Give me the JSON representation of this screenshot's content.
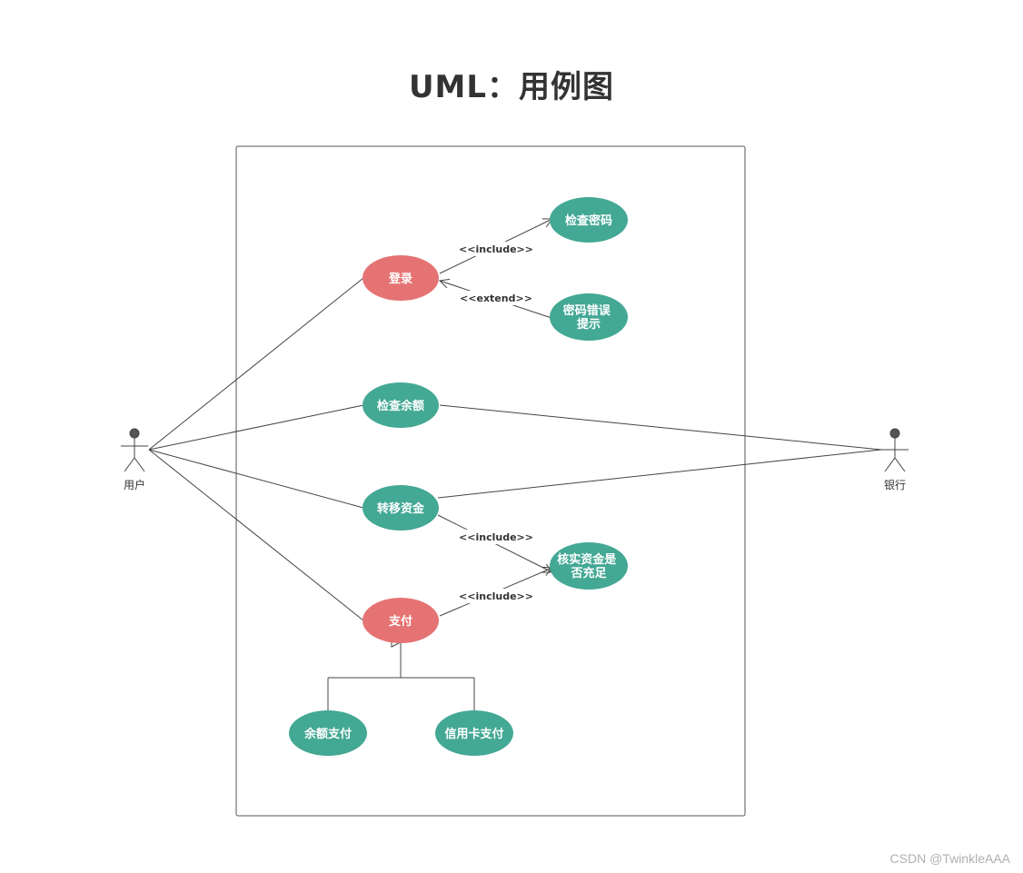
{
  "title": "UML：用例图",
  "actors": {
    "user": "用户",
    "bank": "银行"
  },
  "use_cases": {
    "login": "登录",
    "check_password": "检查密码",
    "password_error": [
      "密码错误",
      "提示"
    ],
    "check_balance": "检查余额",
    "transfer": "转移资金",
    "verify_funds": [
      "核实资金是",
      "否充足"
    ],
    "pay": "支付",
    "balance_pay": "余额支付",
    "credit_pay": "信用卡支付"
  },
  "stereotypes": {
    "include": "<<include>>",
    "extend": "<<extend>>"
  },
  "colors": {
    "core_use_case": "#E57373",
    "use_case": "#43A894",
    "line": "#444444"
  },
  "watermark": "CSDN @TwinkleAAA"
}
